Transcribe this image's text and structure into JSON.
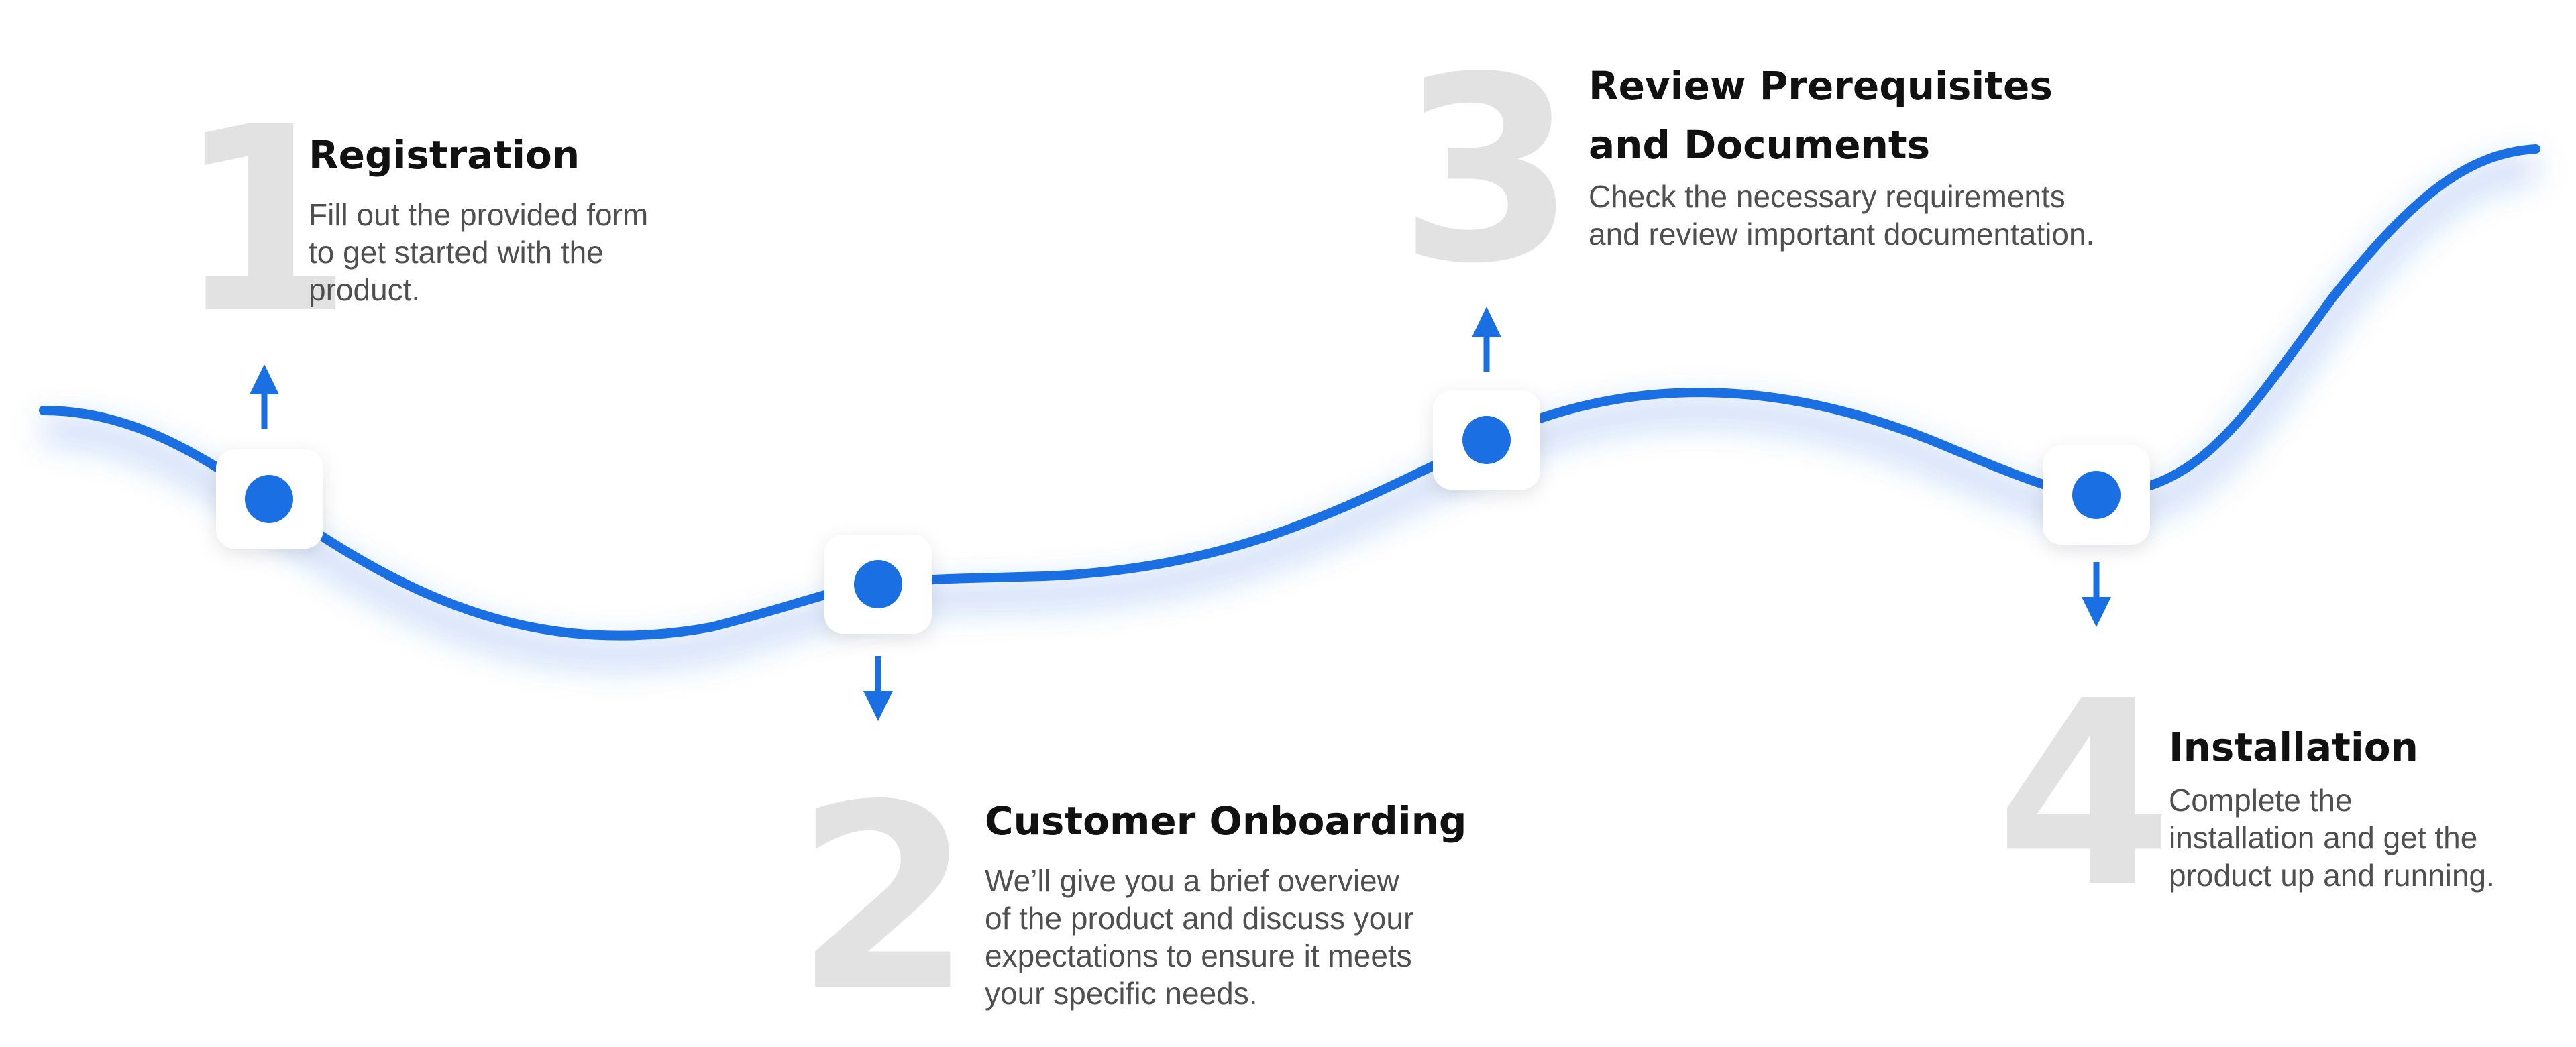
{
  "diagram": {
    "line_color": "#1a6fe3",
    "number_color": "#e2e2e2",
    "steps": [
      {
        "number": "1",
        "title": "Registration",
        "description": "Fill out the provided form\nto get started with the\nproduct.",
        "arrow": "up"
      },
      {
        "number": "2",
        "title": "Customer Onboarding",
        "description": "We’ll give you a brief overview\nof the product and discuss your\nexpectations to ensure it meets\nyour specific needs.",
        "arrow": "down"
      },
      {
        "number": "3",
        "title": "Review Prerequisites\nand Documents",
        "description": "Check the necessary requirements\nand review important documentation.",
        "arrow": "up"
      },
      {
        "number": "4",
        "title": "Installation",
        "description": "Complete the\ninstallation and get the\nproduct up and running.",
        "arrow": "down"
      }
    ]
  }
}
